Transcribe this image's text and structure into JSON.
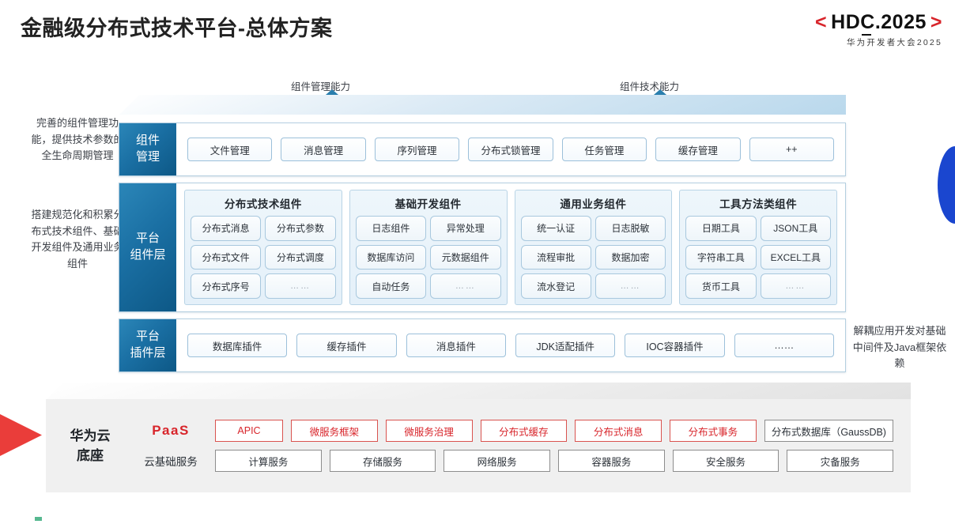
{
  "header": {
    "title": "金融级分布式技术平台-总体方案",
    "logo_bracket_left": "<",
    "logo_bracket_right": ">",
    "logo_main": "HDC.2025",
    "logo_sub": "华为开发者大会2025"
  },
  "callouts": {
    "left_arrow_label": "组件管理能力",
    "right_arrow_label": "组件技术能力"
  },
  "notes": {
    "left_top": "完善的组件管理功能，提供技术参数的全生命周期管理",
    "left_mid": "搭建规范化和积累分布式技术组件、基础开发组件及通用业务组件",
    "right": "解耦应用开发对基础中间件及Java框架依赖"
  },
  "layers": {
    "management": {
      "badge": "组件\n管理",
      "badge_line1": "组件",
      "badge_line2": "管理",
      "items": [
        "文件管理",
        "消息管理",
        "序列管理",
        "分布式锁管理",
        "任务管理",
        "缓存管理",
        "++"
      ]
    },
    "component": {
      "badge_line1": "平台",
      "badge_line2": "组件层",
      "groups": [
        {
          "title": "分布式技术组件",
          "items": [
            "分布式消息",
            "分布式参数",
            "分布式文件",
            "分布式调度",
            "分布式序号",
            "……"
          ]
        },
        {
          "title": "基础开发组件",
          "items": [
            "日志组件",
            "异常处理",
            "数据库访问",
            "元数据组件",
            "自动任务",
            "……"
          ]
        },
        {
          "title": "通用业务组件",
          "items": [
            "统一认证",
            "日志脱敏",
            "流程审批",
            "数据加密",
            "流水登记",
            "……"
          ]
        },
        {
          "title": "工具方法类组件",
          "items": [
            "日期工具",
            "JSON工具",
            "字符串工具",
            "EXCEL工具",
            "货币工具",
            "……"
          ]
        }
      ]
    },
    "plugin": {
      "badge_line1": "平台",
      "badge_line2": "插件层",
      "items": [
        "数据库插件",
        "缓存插件",
        "消息插件",
        "JDK适配插件",
        "IOC容器插件",
        "……"
      ]
    }
  },
  "base": {
    "title_line1": "华为云",
    "title_line2": "底座",
    "paas_label": "PaaS",
    "infra_label": "云基础服务",
    "paas_items": [
      {
        "label": "APIC",
        "style": "red",
        "flex": 1
      },
      {
        "label": "微服务框架",
        "style": "red",
        "flex": 1.35
      },
      {
        "label": "微服务治理",
        "style": "red",
        "flex": 1.35
      },
      {
        "label": "分布式缓存",
        "style": "red",
        "flex": 1.35
      },
      {
        "label": "分布式消息",
        "style": "red",
        "flex": 1.35
      },
      {
        "label": "分布式事务",
        "style": "red",
        "flex": 1.35
      },
      {
        "label": "分布式数据库（GaussDB)",
        "style": "gray",
        "flex": 2.1
      }
    ],
    "infra_items": [
      "计算服务",
      "存储服务",
      "网络服务",
      "容器服务",
      "安全服务",
      "灾备服务"
    ]
  },
  "colors": {
    "brand_red": "#d8252b",
    "layer_blue_dark": "#0d5886",
    "layer_blue_light": "#2b86b8",
    "accent_blue": "#1a46cf",
    "decor_red": "#ea3d3a"
  }
}
